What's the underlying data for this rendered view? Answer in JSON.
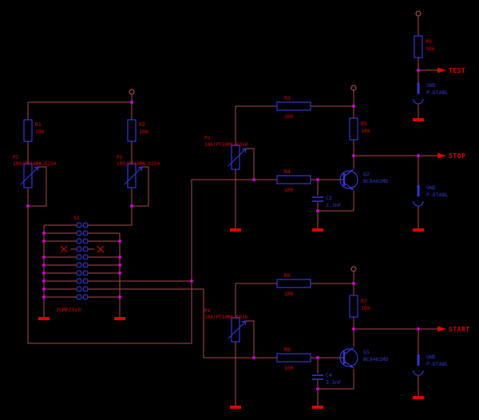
{
  "palette": {
    "background": "#000000",
    "wire": "#A54B4B",
    "symbol": "#3535D0",
    "label": "#E00000",
    "junction": "#D000D0",
    "ground": "#E00000"
  },
  "nets": {
    "test": "TEST",
    "stop": "STOP",
    "start": "START"
  },
  "terminal": {
    "name": "GND",
    "value": "P-DTABL"
  },
  "connector": {
    "name": "S1",
    "value": "JUMP2X10"
  },
  "components": {
    "r1": {
      "name": "R1",
      "value": "100"
    },
    "r2": {
      "name": "R2",
      "value": "100"
    },
    "r3": {
      "name": "R3",
      "value": "100"
    },
    "r4": {
      "name": "R4",
      "value": "100"
    },
    "r5": {
      "name": "R5",
      "value": "10k"
    },
    "r6": {
      "name": "R6",
      "value": "100"
    },
    "r7": {
      "name": "R7",
      "value": "10k"
    },
    "r8": {
      "name": "R8",
      "value": "100"
    },
    "r9": {
      "name": "R9",
      "value": "10k"
    },
    "p1": {
      "name": "P1",
      "value": "100/PT10MA-E250"
    },
    "p2": {
      "name": "P2",
      "value": "100/PT10MA-E250"
    },
    "p3": {
      "name": "P3",
      "value": "10k/PT10MA-E010"
    },
    "p4": {
      "name": "P4",
      "value": "10k/PT10MA-E010"
    },
    "c3": {
      "name": "C3",
      "value": "3.3nF"
    },
    "c4": {
      "name": "C4",
      "value": "3.3nF"
    },
    "q1": {
      "name": "Q1",
      "value": "BC846SMD"
    },
    "q2": {
      "name": "Q2",
      "value": "BC846SMD"
    }
  }
}
